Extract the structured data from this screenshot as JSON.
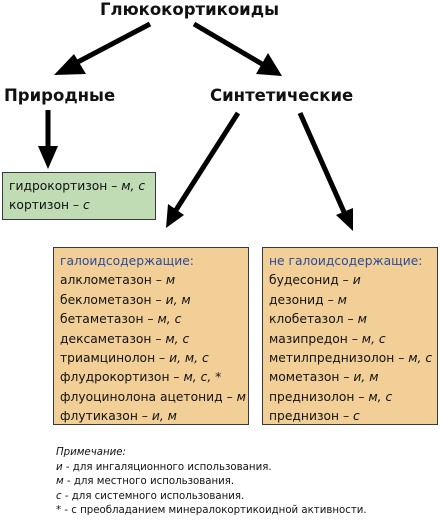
{
  "title": "Глюкокортикоиды",
  "natural": {
    "label": "Природные",
    "items": [
      {
        "name": "гидрокортизон",
        "dash": " – ",
        "code": "м, с"
      },
      {
        "name": "кортизон",
        "dash": " – ",
        "code": "с"
      }
    ]
  },
  "synthetic": {
    "label": "Синтетические",
    "halogen": {
      "header": "галоидсодержащие:",
      "items": [
        {
          "name": "алклометазон",
          "dash": " – ",
          "code": "м"
        },
        {
          "name": "беклометазон",
          "dash": " – ",
          "code": "и, м"
        },
        {
          "name": "бетаметазон",
          "dash": " – ",
          "code": "м, с"
        },
        {
          "name": "дексаметазон",
          "dash": " – ",
          "code": "м, с"
        },
        {
          "name": "триамцинолон",
          "dash": " – ",
          "code": "и, м, с"
        },
        {
          "name": "флудрокортизон",
          "dash": " – ",
          "code": "м, с, *"
        },
        {
          "name": "флуоцинолона ацетонид",
          "dash": " – ",
          "code": "м"
        },
        {
          "name": "флутиказон",
          "dash": " – ",
          "code": "и, м"
        }
      ]
    },
    "nonhalogen": {
      "header": "не галоидсодержащие:",
      "items": [
        {
          "name": "будесонид",
          "dash": " – ",
          "code": "и"
        },
        {
          "name": "дезонид",
          "dash": " – ",
          "code": "м"
        },
        {
          "name": "клобетазол",
          "dash": " – ",
          "code": "м"
        },
        {
          "name": "мазипредон",
          "dash": " – ",
          "code": "м, с"
        },
        {
          "name": "метилпреднизолон",
          "dash": " – ",
          "code": "м, с"
        },
        {
          "name": "мометазон",
          "dash": " – ",
          "code": "и, м"
        },
        {
          "name": "преднизолон",
          "dash": " – ",
          "code": "м, с"
        },
        {
          "name": "преднизон",
          "dash": " – ",
          "code": "с"
        }
      ]
    }
  },
  "note": {
    "title": "Примечание:",
    "lines": [
      {
        "key": "и",
        "text": " - для ингаляционного использования."
      },
      {
        "key": "м",
        "text": " - для местного использования."
      },
      {
        "key": "с",
        "text": " - для системного использования."
      },
      {
        "key": "*",
        "text": " - с преобладанием минералокортикоидной активности."
      }
    ]
  },
  "colors": {
    "arrow": "#000000",
    "natural_box": "#bfdcb5",
    "synthetic_box": "#f2cf96",
    "header_text": "#2b4a9e"
  }
}
